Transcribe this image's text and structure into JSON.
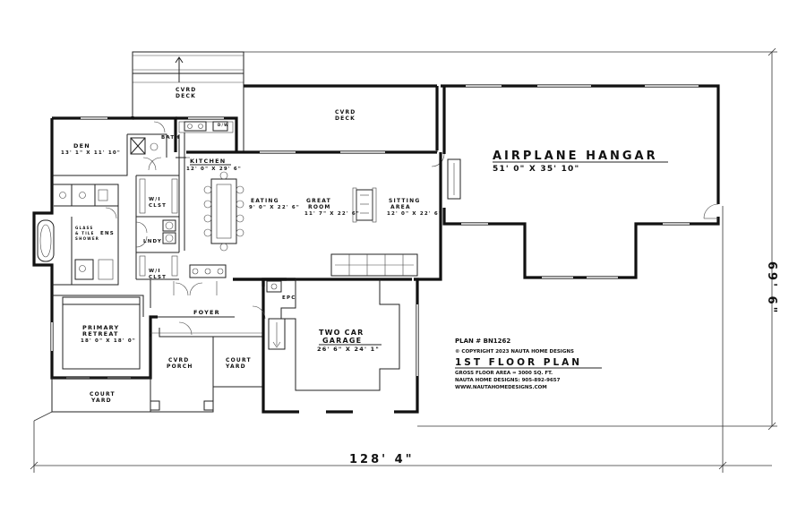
{
  "rooms": {
    "cvrd_deck_small": [
      "CVRD",
      "DECK"
    ],
    "cvrd_deck_large": [
      "CVRD",
      "DECK"
    ],
    "bath": "BATH",
    "dw": "D/W",
    "den": [
      "DEN",
      "13' 1\" X 11' 10\""
    ],
    "kitchen": [
      "KITCHEN",
      "12' 0\" X 29' 6\""
    ],
    "wi_clst_1": [
      "W/I",
      "CLST"
    ],
    "wi_clst_2": [
      "W/I",
      "CLST"
    ],
    "lndy": "LNDY",
    "ens": "ENS",
    "glass_shower": [
      "GLASS",
      "& TILE",
      "SHOWER"
    ],
    "eating": [
      "EATING",
      "9' 0\" X 22' 6\""
    ],
    "great_room": [
      "GREAT",
      "ROOM",
      "11' 7\" X 22' 6\""
    ],
    "sitting_area": [
      "SITTING",
      "AREA",
      "12' 0\" X 22' 6\""
    ],
    "hangar": [
      "AIRPLANE HANGAR",
      "51' 0\" X 35' 10\""
    ],
    "primary": [
      "PRIMARY",
      "RETREAT",
      "18' 0\" X 18' 0\""
    ],
    "foyer": "FOYER",
    "epc": "EPC",
    "garage": [
      "TWO CAR",
      "GARAGE",
      "26' 6\" X 24' 1\""
    ],
    "cvrd_porch": [
      "CVRD",
      "PORCH"
    ],
    "court_yard_1": [
      "COURT",
      "YARD"
    ],
    "court_yard_2": [
      "COURT",
      "YARD"
    ]
  },
  "plan_info": {
    "plan_number": "PLAN # BN1262",
    "copyright": "© COPYRIGHT 2023 NAUTA HOME DESIGNS",
    "title": "1ST FLOOR PLAN",
    "floor_area": "GROSS FLOOR AREA  =  3000 SQ. FT.",
    "phone": "NAUTA HOME DESIGNS:  905-892-9657",
    "website": "WWW.NAUTAHOMEDESIGNS.COM"
  },
  "dimensions": {
    "width": "128' 4\"",
    "depth": "69' 6\""
  }
}
